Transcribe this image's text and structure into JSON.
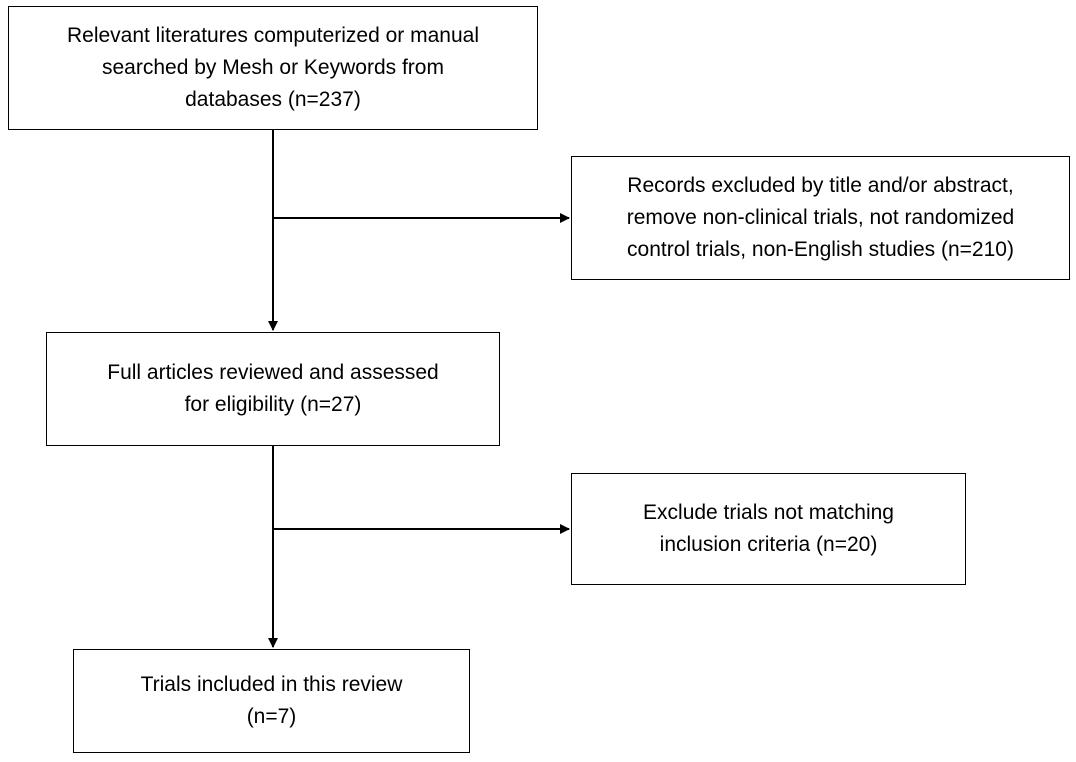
{
  "flowchart": {
    "boxes": {
      "search": "Relevant literatures computerized or manual\nsearched by Mesh or Keywords from\ndatabases (n=237)",
      "excluded_title_abstract": "Records excluded by title and/or abstract,\nremove non-clinical trials, not randomized\ncontrol trials, non-English studies (n=210)",
      "full_articles": "Full articles reviewed and assessed\nfor eligibility (n=27)",
      "exclude_criteria": "Exclude trials not matching\ninclusion criteria (n=20)",
      "included": "Trials included in this review\n(n=7)"
    },
    "colors": {
      "line": "#000000",
      "box_border": "#000000",
      "background": "#ffffff"
    }
  }
}
